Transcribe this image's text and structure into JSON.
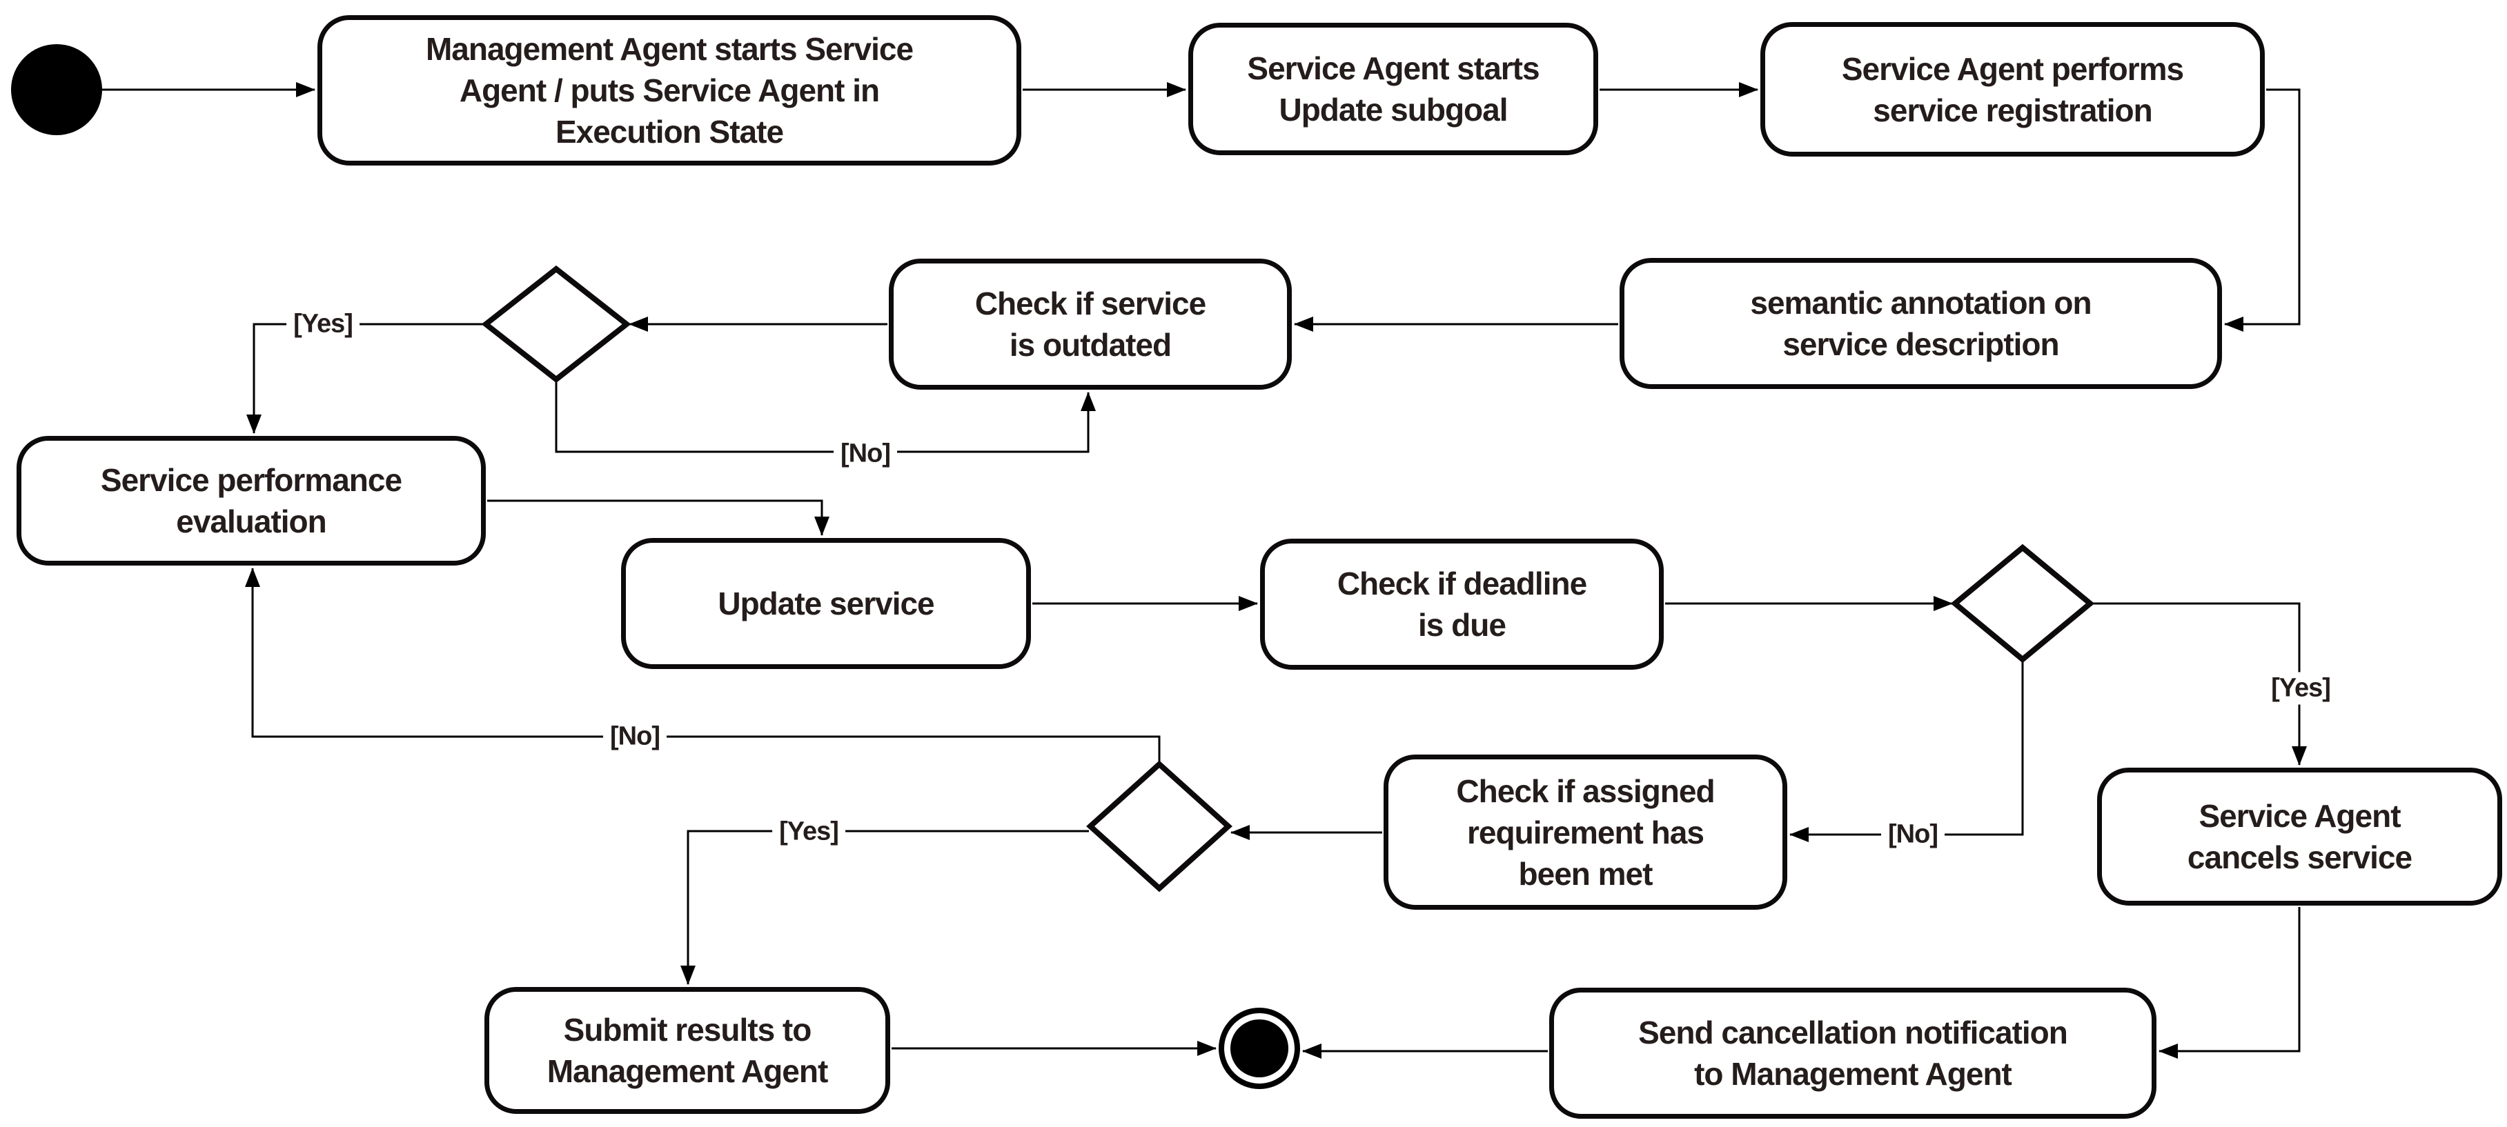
{
  "diagram": {
    "kind": "uml-activity-diagram",
    "background_color": "#ffffff",
    "line_color": "#000000",
    "text_color": "#241d1b",
    "nodes": {
      "start": {
        "type": "initial"
      },
      "mgmt_starts": {
        "type": "action",
        "label": "Management Agent starts Service\nAgent / puts Service Agent in\nExecution State"
      },
      "update_subgoal": {
        "type": "action",
        "label": "Service Agent starts\nUpdate subgoal"
      },
      "registration": {
        "type": "action",
        "label": "Service Agent performs\nservice registration"
      },
      "semantic_annotation": {
        "type": "action",
        "label": "semantic annotation on\nservice description"
      },
      "check_outdated": {
        "type": "action",
        "label": "Check if service\nis outdated"
      },
      "decision_outdated": {
        "type": "decision"
      },
      "service_perf_eval": {
        "type": "action",
        "label": "Service performance\nevaluation"
      },
      "update_service": {
        "type": "action",
        "label": "Update service"
      },
      "check_deadline": {
        "type": "action",
        "label": "Check if deadline\nis due"
      },
      "decision_deadline": {
        "type": "decision"
      },
      "check_assigned": {
        "type": "action",
        "label": "Check if assigned\nrequirement has\nbeen met"
      },
      "cancels_service": {
        "type": "action",
        "label": "Service Agent\ncancels service"
      },
      "decision_requirement": {
        "type": "decision"
      },
      "submit_results": {
        "type": "action",
        "label": "Submit results to\nManagement Agent"
      },
      "send_cancellation": {
        "type": "action",
        "label": "Send cancellation notification\nto Management Agent"
      },
      "end": {
        "type": "final"
      }
    },
    "edges": [
      {
        "from": "start",
        "to": "mgmt_starts"
      },
      {
        "from": "mgmt_starts",
        "to": "update_subgoal"
      },
      {
        "from": "update_subgoal",
        "to": "registration"
      },
      {
        "from": "registration",
        "to": "semantic_annotation"
      },
      {
        "from": "semantic_annotation",
        "to": "check_outdated"
      },
      {
        "from": "check_outdated",
        "to": "decision_outdated"
      },
      {
        "from": "decision_outdated",
        "to": "service_perf_eval",
        "label": "[Yes]"
      },
      {
        "from": "decision_outdated",
        "to": "check_outdated",
        "label": "[No]"
      },
      {
        "from": "service_perf_eval",
        "to": "update_service"
      },
      {
        "from": "update_service",
        "to": "check_deadline"
      },
      {
        "from": "check_deadline",
        "to": "decision_deadline"
      },
      {
        "from": "decision_deadline",
        "to": "cancels_service",
        "label": "[Yes]"
      },
      {
        "from": "decision_deadline",
        "to": "check_assigned",
        "label": "[No]"
      },
      {
        "from": "check_assigned",
        "to": "decision_requirement"
      },
      {
        "from": "decision_requirement",
        "to": "submit_results",
        "label": "[Yes]"
      },
      {
        "from": "decision_requirement",
        "to": "service_perf_eval",
        "label": "[No]"
      },
      {
        "from": "submit_results",
        "to": "end"
      },
      {
        "from": "cancels_service",
        "to": "send_cancellation"
      },
      {
        "from": "send_cancellation",
        "to": "end"
      }
    ]
  }
}
